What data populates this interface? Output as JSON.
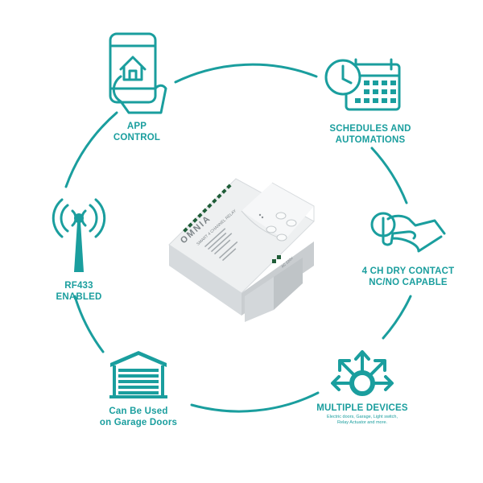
{
  "colors": {
    "accent": "#1a9e9e",
    "device_body": "#eef0f1",
    "device_shadow": "#c9cdd0"
  },
  "features": {
    "app_control": {
      "line1": "APP",
      "line2": "CONTROL",
      "icon": "phone-home-icon"
    },
    "schedules": {
      "line1": "SCHEDULES AND",
      "line2": "AUTOMATIONS",
      "icon": "clock-calendar-icon"
    },
    "dry_contact": {
      "line1": "4 CH DRY CONTACT",
      "line2": "NC/NO CAPABLE",
      "icon": "hand-press-icon"
    },
    "multiple_devices": {
      "line1": "MULTIPLE DEVICES",
      "sub1": "Electric doors, Garage, Light switch,",
      "sub2": "Relay Actuator and more.",
      "icon": "arrows-out-icon"
    },
    "garage": {
      "line1": "Can Be Used",
      "line2": "on Garage Doors",
      "icon": "garage-door-icon"
    },
    "rf433": {
      "line1": "RF433",
      "line2": "ENABLED",
      "icon": "antenna-icon"
    }
  },
  "device": {
    "brand": "OMNIA",
    "model": "SMART 4 CHANNEL RELAY",
    "voltage": "AC 220V"
  }
}
